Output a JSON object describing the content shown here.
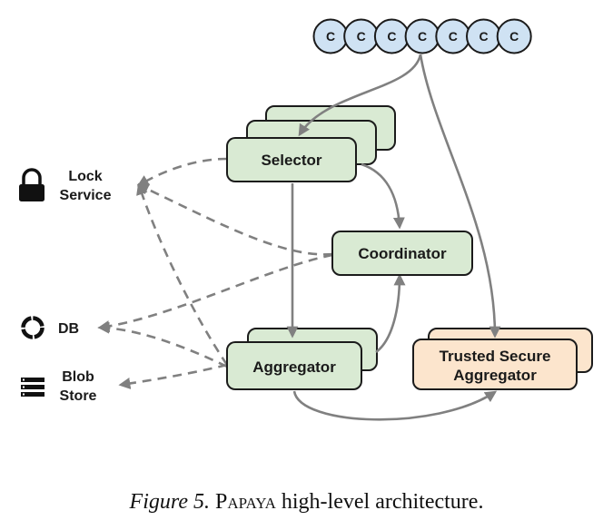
{
  "clients": {
    "label": "C",
    "count": 7
  },
  "nodes": {
    "selector": "Selector",
    "coordinator": "Coordinator",
    "aggregator": "Aggregator",
    "tsa": [
      "Trusted Secure",
      "Aggregator"
    ]
  },
  "services": {
    "lock": [
      "Lock",
      "Service"
    ],
    "db": "DB",
    "blob": [
      "Blob",
      "Store"
    ]
  },
  "icons": {
    "lock": "lock-icon",
    "db": "database-ring-icon",
    "blob": "storage-stack-icon"
  },
  "colors": {
    "client_fill": "#cfe2f3",
    "client_stroke": "#1b1b1b",
    "green_fill": "#d9ead3",
    "green_stroke": "#1b1b1b",
    "tsa_fill": "#fce5cd",
    "edge": "#808080"
  },
  "caption": {
    "figure": "Figure 5.",
    "name": "Papaya",
    "rest": "high-level architecture."
  }
}
